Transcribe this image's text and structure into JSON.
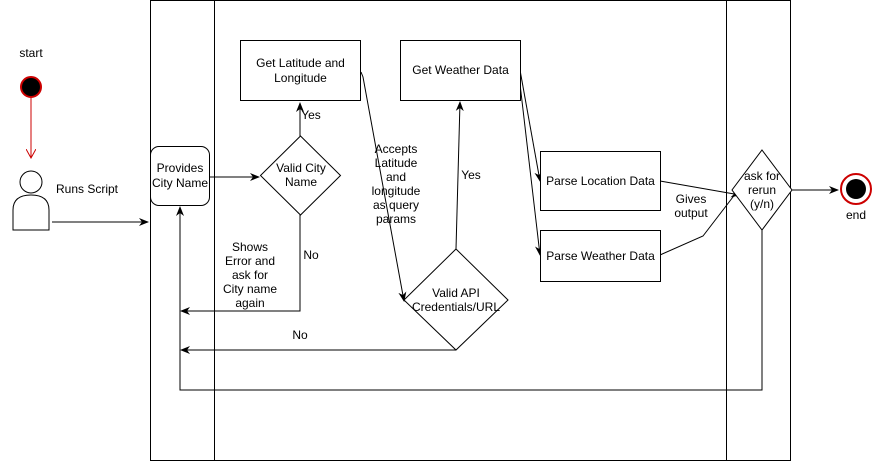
{
  "nodes": {
    "start": "start",
    "end": "end",
    "runs_script": "Runs Script",
    "provides_city": "Provides\nCity Name",
    "valid_city": "Valid City\nName",
    "get_lat_long": "Get Latitude and\nLongitude",
    "get_weather": "Get Weather Data",
    "valid_api": "Valid API\nCredentials/URL",
    "parse_location": "Parse Location Data",
    "parse_weather": "Parse Weather Data",
    "ask_rerun": "ask for\nrerun\n(y/n)"
  },
  "edge_labels": {
    "yes_city": "Yes",
    "no_city": "No",
    "shows_error": "Shows\nError and\nask for\nCity name\nagain",
    "accepts": "Accepts\nLatitude\nand\nlongitude\nas  query\nparams",
    "yes_api": "Yes",
    "no_api": "No",
    "gives_output": "Gives\noutput"
  },
  "colors": {
    "start_arrow": "#cc0000",
    "line": "#000000"
  }
}
